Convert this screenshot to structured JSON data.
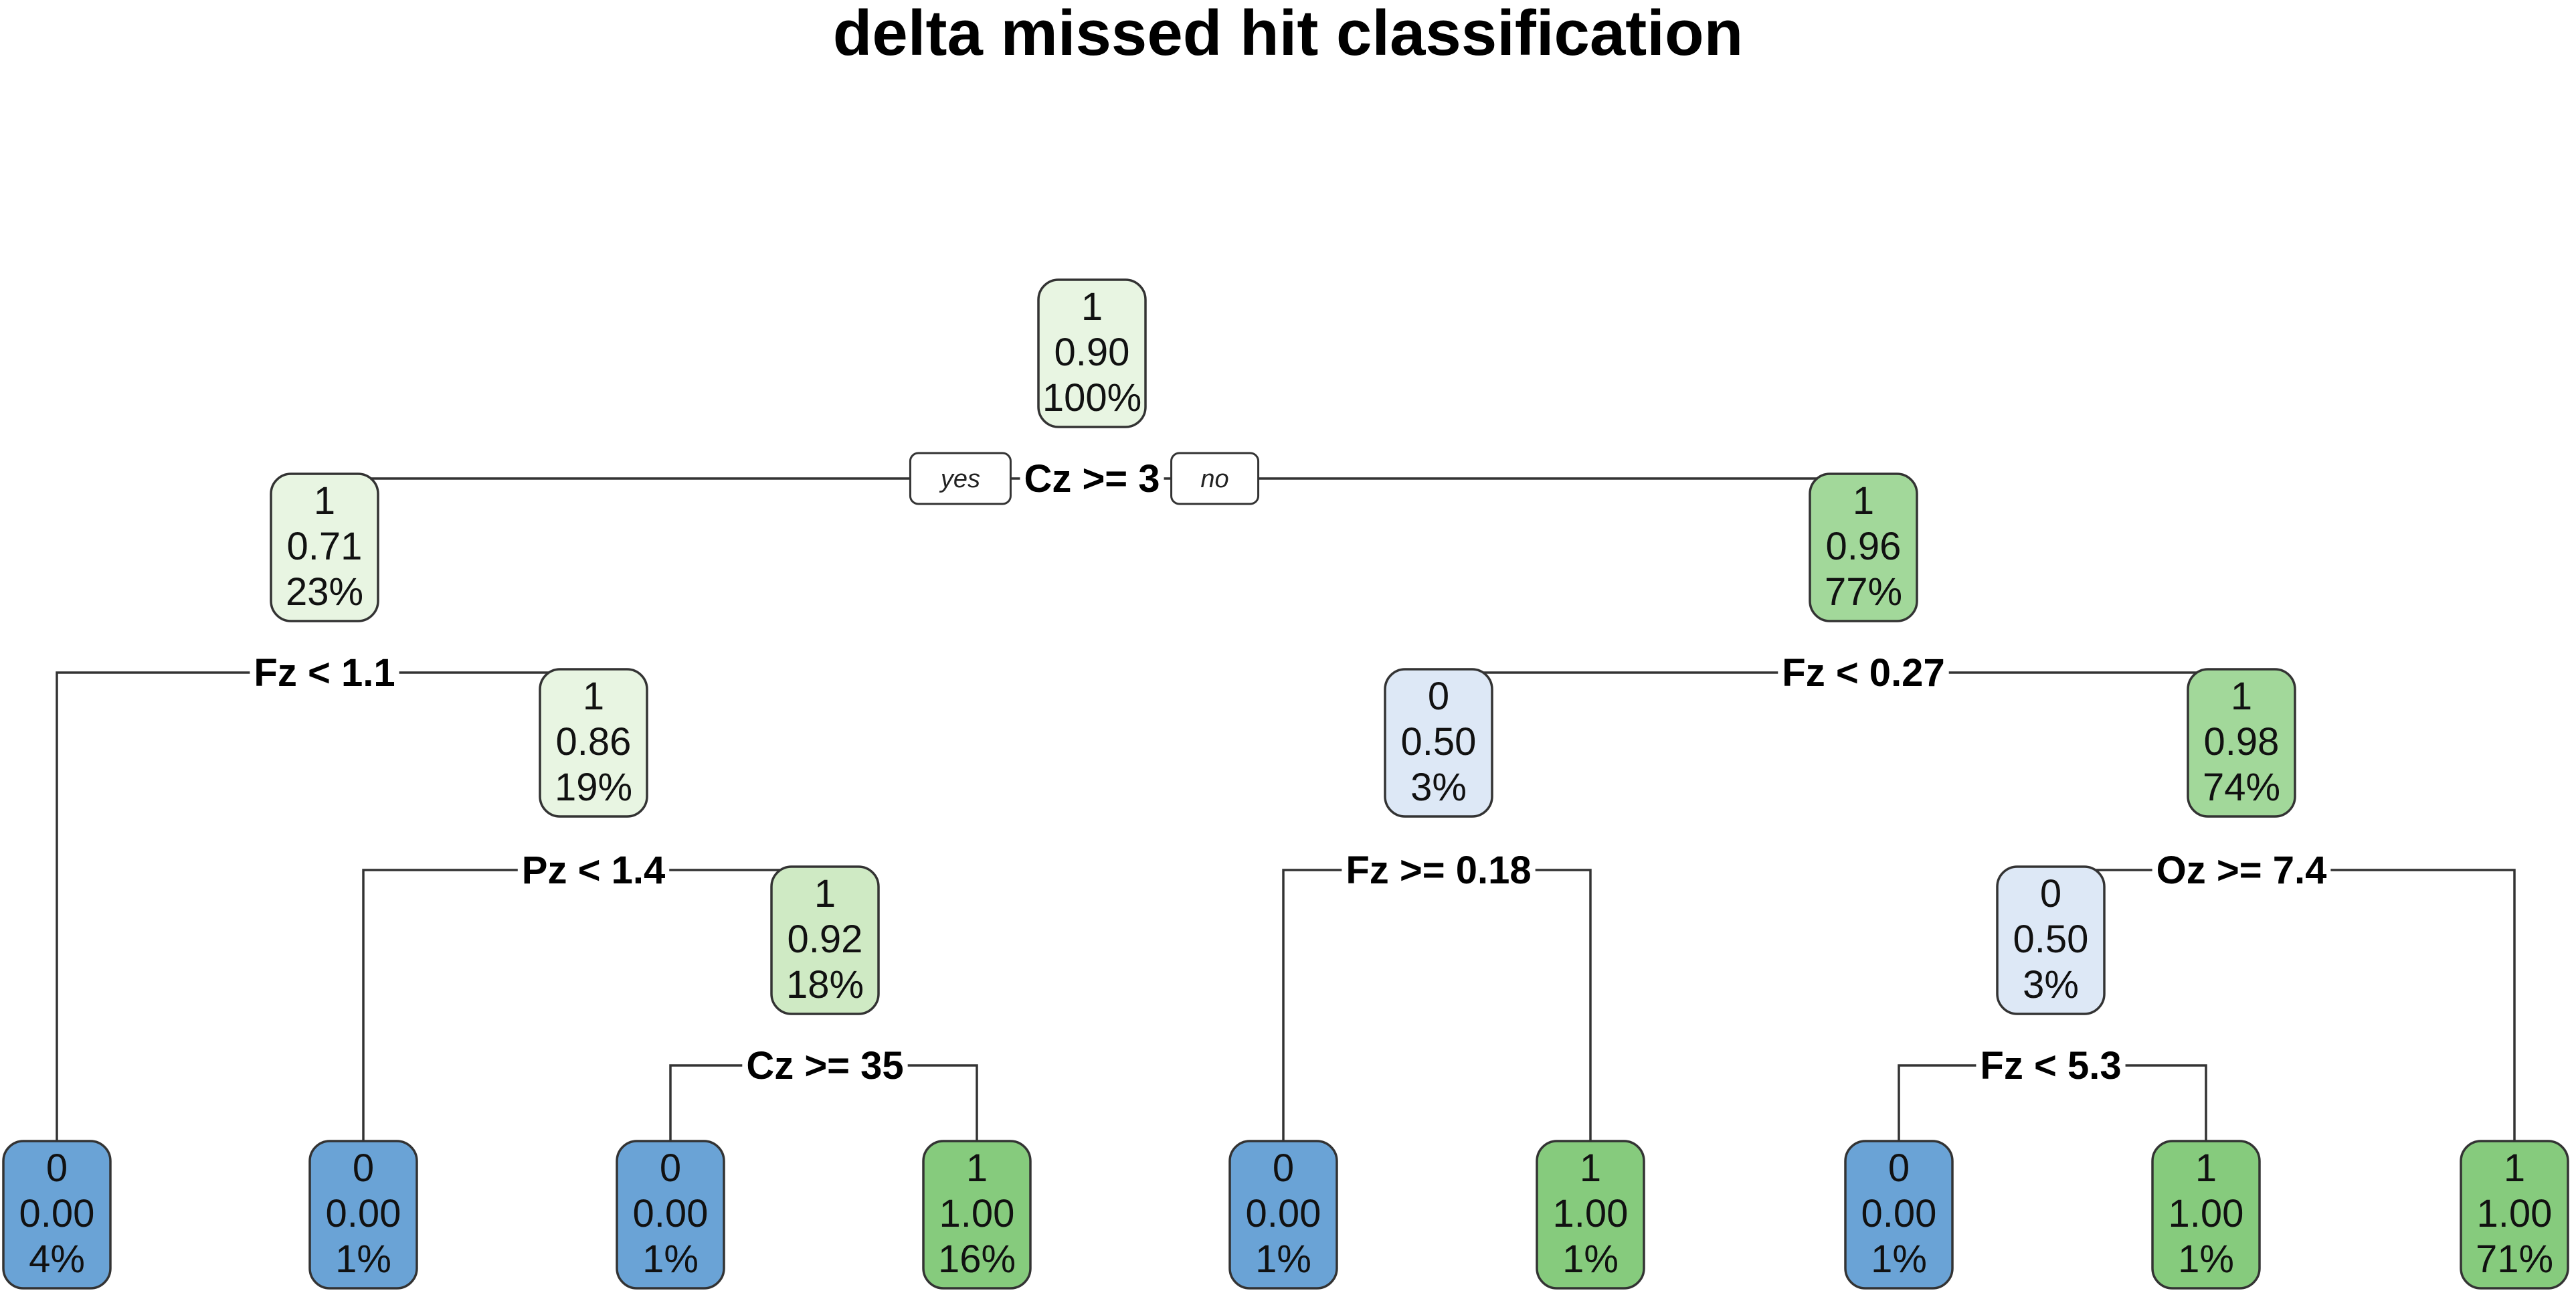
{
  "title": "delta missed hit classification",
  "colors": {
    "class0": [
      "#dde8f6",
      "#cfdff2",
      "#6aa3d6"
    ],
    "class1": [
      "#e8f5e2",
      "#cfeac4",
      "#a2d89a",
      "#86cb7d"
    ]
  },
  "nodes": [
    {
      "id": 1,
      "class": "1",
      "prob": "0.90",
      "pct": "100%",
      "shade": "class1.0"
    },
    {
      "id": 2,
      "class": "1",
      "prob": "0.71",
      "pct": "23%",
      "shade": "class1.0"
    },
    {
      "id": 3,
      "class": "1",
      "prob": "0.96",
      "pct": "77%",
      "shade": "class1.2"
    },
    {
      "id": 4,
      "class": "0",
      "prob": "0.00",
      "pct": "4%",
      "shade": "class0.2"
    },
    {
      "id": 5,
      "class": "1",
      "prob": "0.86",
      "pct": "19%",
      "shade": "class1.0"
    },
    {
      "id": 6,
      "class": "0",
      "prob": "0.50",
      "pct": "3%",
      "shade": "class0.0"
    },
    {
      "id": 7,
      "class": "1",
      "prob": "0.98",
      "pct": "74%",
      "shade": "class1.2"
    },
    {
      "id": 10,
      "class": "0",
      "prob": "0.00",
      "pct": "1%",
      "shade": "class0.2"
    },
    {
      "id": 11,
      "class": "1",
      "prob": "0.92",
      "pct": "18%",
      "shade": "class1.1"
    },
    {
      "id": 12,
      "class": "0",
      "prob": "0.00",
      "pct": "1%",
      "shade": "class0.2"
    },
    {
      "id": 13,
      "class": "1",
      "prob": "1.00",
      "pct": "1%",
      "shade": "class1.3"
    },
    {
      "id": 14,
      "class": "0",
      "prob": "0.50",
      "pct": "3%",
      "shade": "class0.0"
    },
    {
      "id": 15,
      "class": "1",
      "prob": "1.00",
      "pct": "71%",
      "shade": "class1.3"
    },
    {
      "id": 22,
      "class": "0",
      "prob": "0.00",
      "pct": "1%",
      "shade": "class0.2"
    },
    {
      "id": 23,
      "class": "1",
      "prob": "1.00",
      "pct": "16%",
      "shade": "class1.3"
    },
    {
      "id": 28,
      "class": "0",
      "prob": "0.00",
      "pct": "1%",
      "shade": "class0.2"
    },
    {
      "id": 29,
      "class": "1",
      "prob": "1.00",
      "pct": "1%",
      "shade": "class1.3"
    }
  ],
  "splits": [
    {
      "node": 1,
      "label": "Cz >= 3",
      "yes": "yes",
      "no": "no"
    },
    {
      "node": 2,
      "label": "Fz < 1.1"
    },
    {
      "node": 3,
      "label": "Fz < 0.27"
    },
    {
      "node": 5,
      "label": "Pz < 1.4"
    },
    {
      "node": 6,
      "label": "Fz >= 0.18"
    },
    {
      "node": 7,
      "label": "Oz >= 7.4"
    },
    {
      "node": 11,
      "label": "Cz >= 35"
    },
    {
      "node": 14,
      "label": "Fz < 5.3"
    }
  ]
}
